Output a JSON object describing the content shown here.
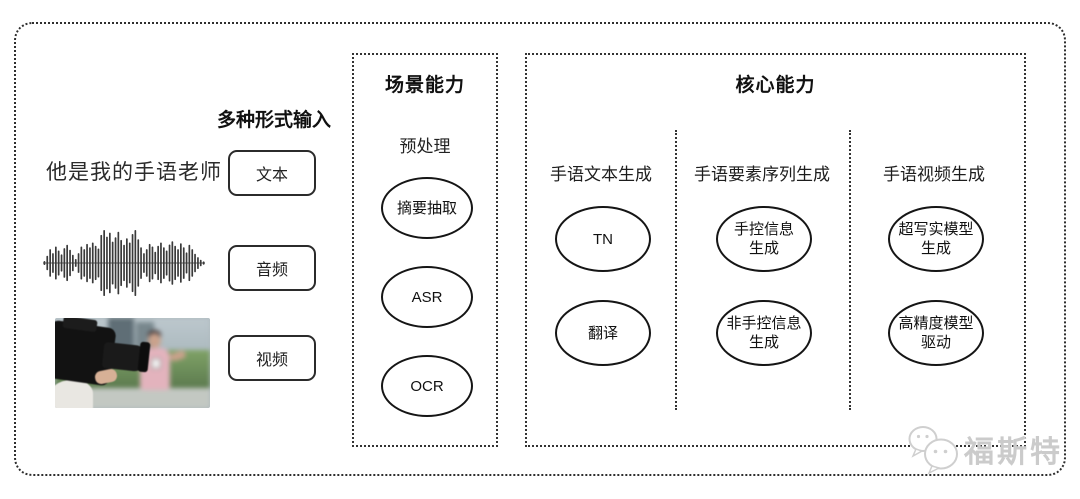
{
  "input": {
    "title": "多种形式输入",
    "sample_text": "他是我的手语老师",
    "boxes": [
      {
        "label": "文本"
      },
      {
        "label": "音频"
      },
      {
        "label": "视频"
      }
    ],
    "media": {
      "waveform_icon": "audio-waveform-icon",
      "photo_icon": "reporter-video-still"
    }
  },
  "scene": {
    "title": "场景能力",
    "subtitle": "预处理",
    "nodes": [
      {
        "label": "摘要抽取"
      },
      {
        "label": "ASR"
      },
      {
        "label": "OCR"
      }
    ]
  },
  "core": {
    "title": "核心能力",
    "columns": [
      {
        "header": "手语文本生成",
        "nodes": [
          {
            "lines": [
              "TN"
            ]
          },
          {
            "lines": [
              "翻译"
            ]
          }
        ]
      },
      {
        "header": "手语要素序列生成",
        "nodes": [
          {
            "lines": [
              "手控信息",
              "生成"
            ]
          },
          {
            "lines": [
              "非手控信息",
              "生成"
            ]
          }
        ]
      },
      {
        "header": "手语视频生成",
        "nodes": [
          {
            "lines": [
              "超写实模型",
              "生成"
            ]
          },
          {
            "lines": [
              "高精度模型",
              "驱动"
            ]
          }
        ]
      }
    ]
  },
  "watermark": {
    "text": "福斯特",
    "logo": "chat-bubbles-logo-icon"
  },
  "colors": {
    "line": "#2e2e2e",
    "node_stroke": "#151515",
    "watermark": "#cbcbcb",
    "background": "#ffffff"
  }
}
